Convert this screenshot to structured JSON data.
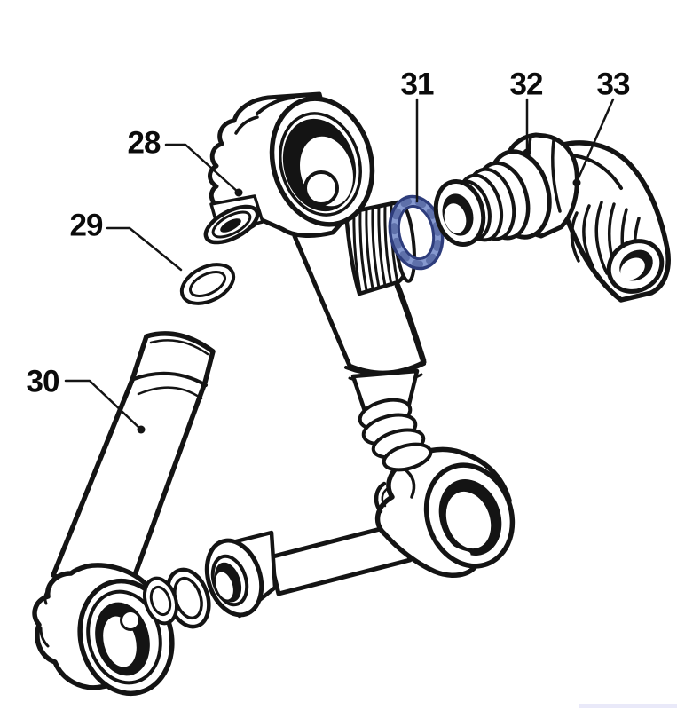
{
  "diagram": {
    "background_color": "#ffffff",
    "line_color": "#141414",
    "highlight": {
      "part_number": "31",
      "ring_edge_color": "#2e3d7c",
      "ring_band_color": "#8699cf"
    }
  },
  "labels": [
    {
      "number": "28"
    },
    {
      "number": "29"
    },
    {
      "number": "30"
    },
    {
      "number": "31"
    },
    {
      "number": "32"
    },
    {
      "number": "33"
    }
  ]
}
